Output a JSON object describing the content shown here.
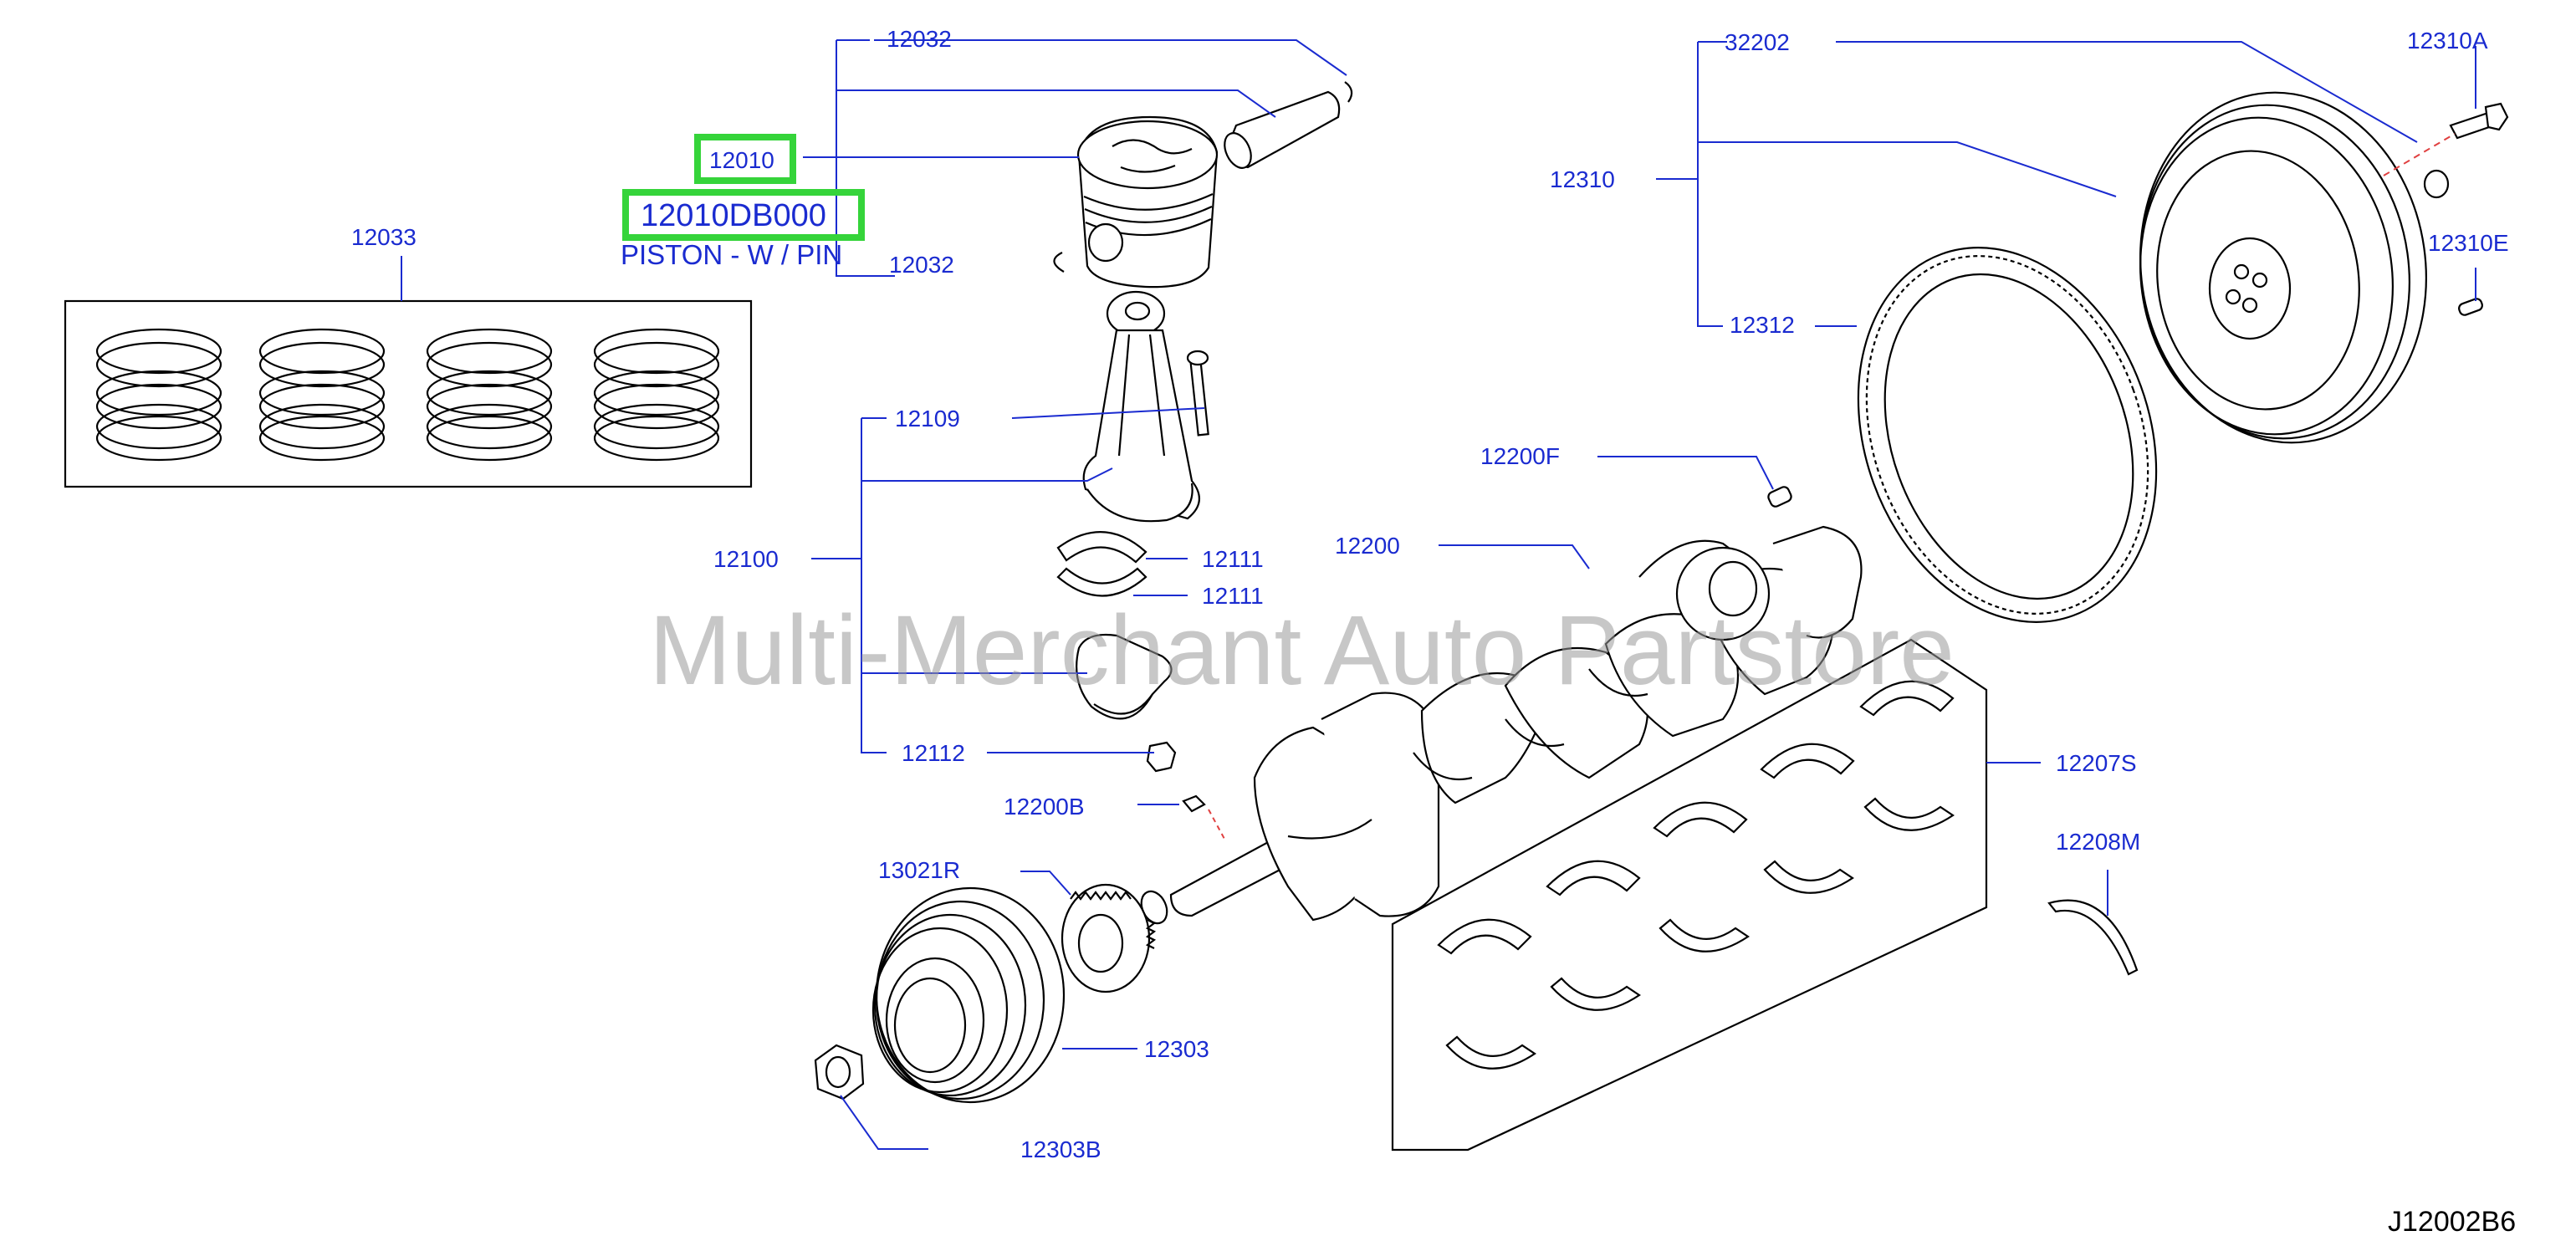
{
  "watermark": "Multi-Merchant Auto Partstore",
  "diagram_code": "J12002B6",
  "highlight": {
    "part_number": "12010DB000",
    "description": "PISTON - W / PIN",
    "ref": "12010",
    "color": "#35d43a"
  },
  "labels": {
    "l12032_top": "12032",
    "l12032_bot": "12032",
    "l12033": "12033",
    "l12109": "12109",
    "l12100": "12100",
    "l12111_a": "12111",
    "l12111_b": "12111",
    "l12112": "12112",
    "l12200B": "12200B",
    "l13021R": "13021R",
    "l12303": "12303",
    "l12303B": "12303B",
    "l12200": "12200",
    "l12200F": "12200F",
    "l32202": "32202",
    "l12310": "12310",
    "l12312": "12312",
    "l12310A": "12310A",
    "l12310E": "12310E",
    "l12207S": "12207S",
    "l12208M": "12208M"
  },
  "colors": {
    "label": "#1a2bd0",
    "line_art": "#000000",
    "watermark": "#9a9a9a"
  }
}
